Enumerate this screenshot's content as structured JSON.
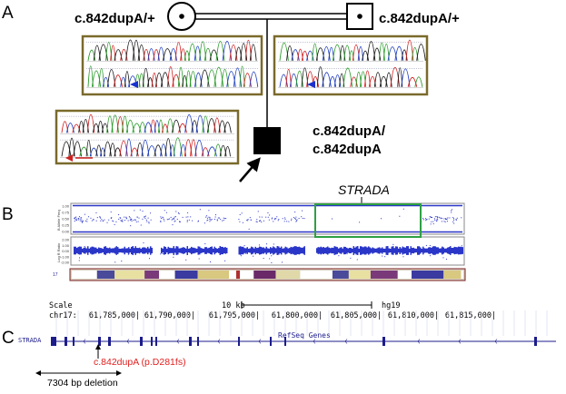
{
  "panels": {
    "a": "A",
    "b": "B",
    "c": "C"
  },
  "pedigree": {
    "mother_genotype": "c.842dupA/+",
    "father_genotype": "c.842dupA/+",
    "proband_genotype_line1": "c.842dupA/",
    "proband_genotype_line2": "c.842dupA"
  },
  "snp_array": {
    "gene_label": "STRADA",
    "baf_label": "B Allele Freq",
    "lrr_label": "Log R Ratio",
    "baf_ticks": [
      "1.00",
      "0.75",
      "0.50",
      "0.25",
      "0.00"
    ],
    "lrr_ticks": [
      "2.00",
      "1.00",
      "0.00",
      "-1.00",
      "-2.00"
    ],
    "chromosome_label": "17"
  },
  "browser": {
    "scale_label": "Scale",
    "scale_value": "10 kb",
    "assembly": "hg19",
    "chrom_label": "chr17:",
    "coordinates": [
      "61,785,000|",
      "61,790,000|",
      "61,795,000|",
      "61,800,000|",
      "61,805,000|",
      "61,810,000|",
      "61,815,000|"
    ],
    "track_label": "RefSeq Genes",
    "gene_label": "STRADA",
    "mutation_label": "c.842dupA (p.D281fs)",
    "deletion_label": "7304 bp deletion"
  },
  "colors": {
    "chromatogram_border": "#7a6a2c",
    "highlight_box": "#2ea043",
    "scatter": "#2a36c8",
    "browser_blue": "#1c1c8c",
    "mutation_red": "#e02020"
  }
}
